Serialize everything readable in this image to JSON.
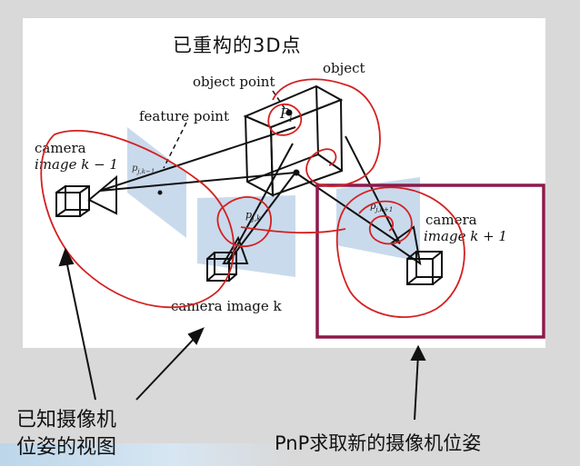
{
  "title": "已重构的3D点",
  "labels": {
    "object": "object",
    "object_point": "object point",
    "feature_point": "feature point",
    "camera_prev_line1": "camera",
    "camera_prev_line2": "image k − 1",
    "camera_current": "camera image k",
    "camera_next_line1": "camera",
    "camera_next_line2": "image k + 1",
    "point_pi": "P",
    "point_pi_sub": "i",
    "feature_prev": "p",
    "feature_prev_sub": "j,k−1",
    "feature_current": "p",
    "feature_current_sub": "j,k",
    "feature_next": "p",
    "feature_next_sub": "j,k+1"
  },
  "captions": {
    "left_line1": "已知摄像机",
    "left_line2": "位姿的视图",
    "right": "PnP求取新的摄像机位姿"
  },
  "colors": {
    "ink_red": "#d42020",
    "highlight_box": "#8b1a4a",
    "image_plane": "#b7cde6",
    "background": "#d9d9d9"
  }
}
